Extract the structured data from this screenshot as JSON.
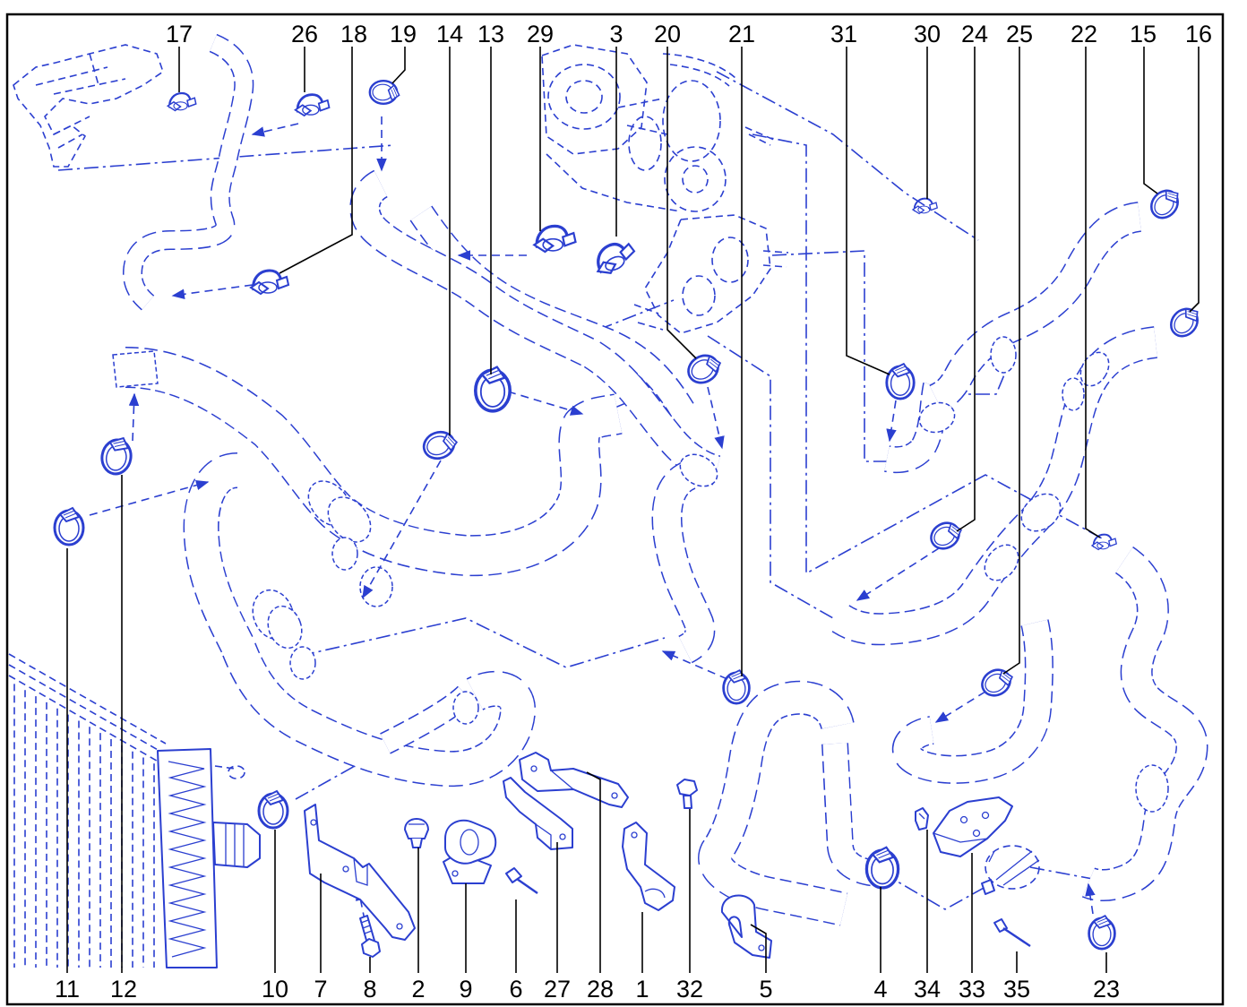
{
  "callouts": {
    "top": [
      "17",
      "26",
      "18",
      "19",
      "14",
      "13",
      "29",
      "3",
      "20",
      "21",
      "31",
      "30",
      "24",
      "25",
      "22",
      "15",
      "16"
    ],
    "bottom": [
      "11",
      "12",
      "10",
      "7",
      "8",
      "2",
      "9",
      "6",
      "27",
      "28",
      "1",
      "32",
      "5",
      "4",
      "34",
      "33",
      "35",
      "23"
    ]
  },
  "colors": {
    "line": "#2b3fd0",
    "label": "#000000",
    "frame": "#000000"
  }
}
